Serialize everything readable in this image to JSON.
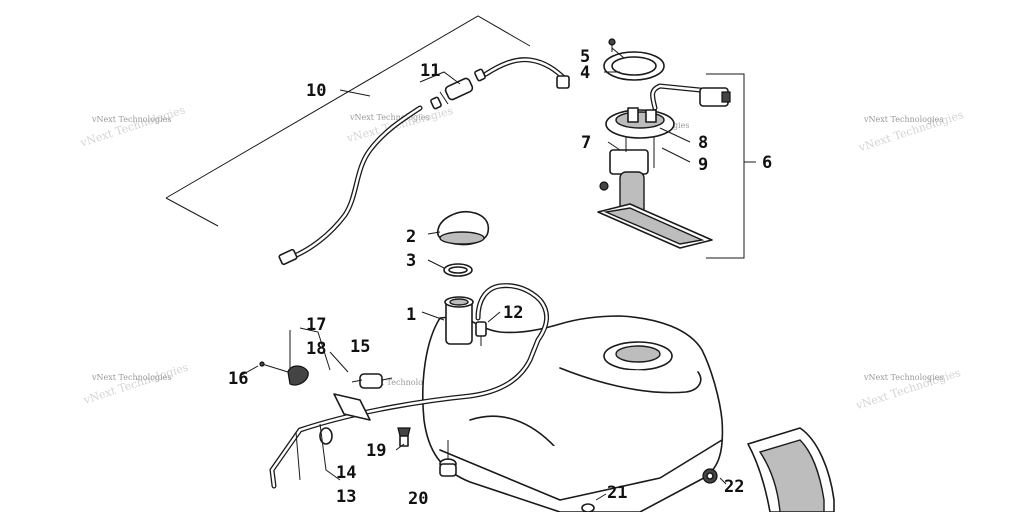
{
  "watermark": "vNext Technologies",
  "callouts": [
    {
      "id": "1",
      "label": "1"
    },
    {
      "id": "2",
      "label": "2"
    },
    {
      "id": "3",
      "label": "3"
    },
    {
      "id": "4",
      "label": "4"
    },
    {
      "id": "5",
      "label": "5"
    },
    {
      "id": "6",
      "label": "6"
    },
    {
      "id": "7",
      "label": "7"
    },
    {
      "id": "8",
      "label": "8"
    },
    {
      "id": "9",
      "label": "9"
    },
    {
      "id": "10",
      "label": "10"
    },
    {
      "id": "11",
      "label": "11"
    },
    {
      "id": "12",
      "label": "12"
    },
    {
      "id": "13",
      "label": "13"
    },
    {
      "id": "14",
      "label": "14"
    },
    {
      "id": "15",
      "label": "15"
    },
    {
      "id": "16",
      "label": "16"
    },
    {
      "id": "17",
      "label": "17"
    },
    {
      "id": "18",
      "label": "18"
    },
    {
      "id": "19",
      "label": "19"
    },
    {
      "id": "20",
      "label": "20"
    },
    {
      "id": "21",
      "label": "21"
    },
    {
      "id": "22",
      "label": "22"
    }
  ]
}
